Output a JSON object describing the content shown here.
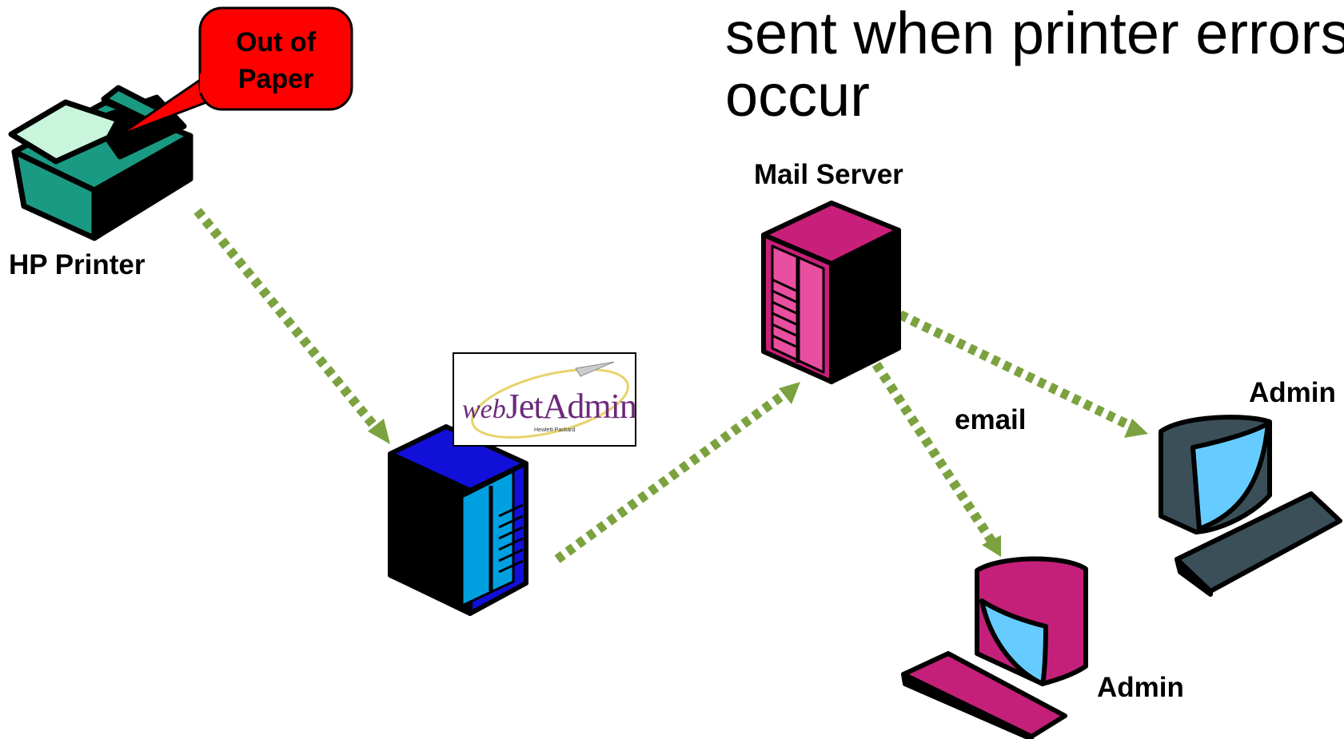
{
  "title": {
    "line1": "sent when printer errors",
    "line2": "occur"
  },
  "callout": {
    "line1": "Out of",
    "line2": "Paper"
  },
  "labels": {
    "printer": "HP Printer",
    "mail_server": "Mail Server",
    "email": "email",
    "admin_right": "Admin",
    "admin_bottom": "Admin"
  },
  "logo": {
    "web": "web",
    "jetadmin": "JetAdmin",
    "company": "Hewlett-Packard"
  },
  "colors": {
    "printer_body": "#1a9a82",
    "printer_paper": "#c9f5dc",
    "callout_fill": "#ff0000",
    "webjetadmin_server": "#1010d8",
    "webjetadmin_panel": "#00a0e0",
    "mail_server": "#c8207a",
    "mail_server_panel": "#e94fa0",
    "admin_right_pc": "#3a4f58",
    "admin_bottom_pc": "#c4207a",
    "screen": "#66ccff",
    "arrow": "#7ba23f",
    "logo_text": "#6b2a7a"
  },
  "icons": [
    "printer-icon",
    "webjetadmin-server-icon",
    "mail-server-icon",
    "admin-computer-icon"
  ]
}
